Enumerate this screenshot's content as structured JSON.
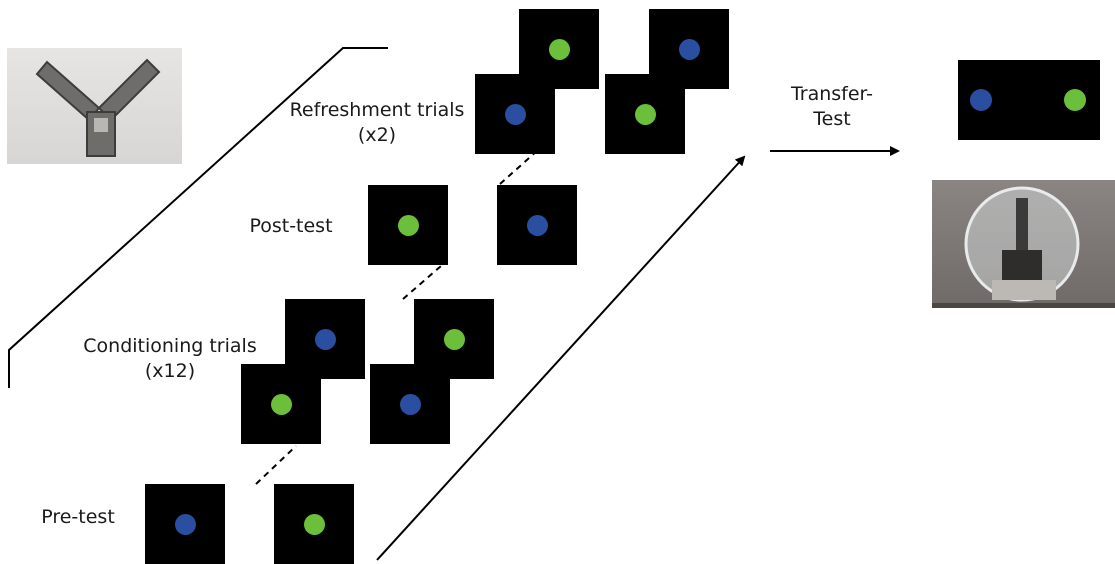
{
  "stages": {
    "refreshment": {
      "title": "Refreshment trials",
      "count": "(x2)"
    },
    "post_test": {
      "title": "Post-test"
    },
    "conditioning": {
      "title": "Conditioning trials",
      "count": "(x12)"
    },
    "pre_test": {
      "title": "Pre-test"
    }
  },
  "transfer": {
    "line1": "Transfer-",
    "line2": "Test"
  },
  "colors": {
    "blue": "#2a4fa0",
    "green": "#6cbf3a",
    "tile": "#000000"
  }
}
